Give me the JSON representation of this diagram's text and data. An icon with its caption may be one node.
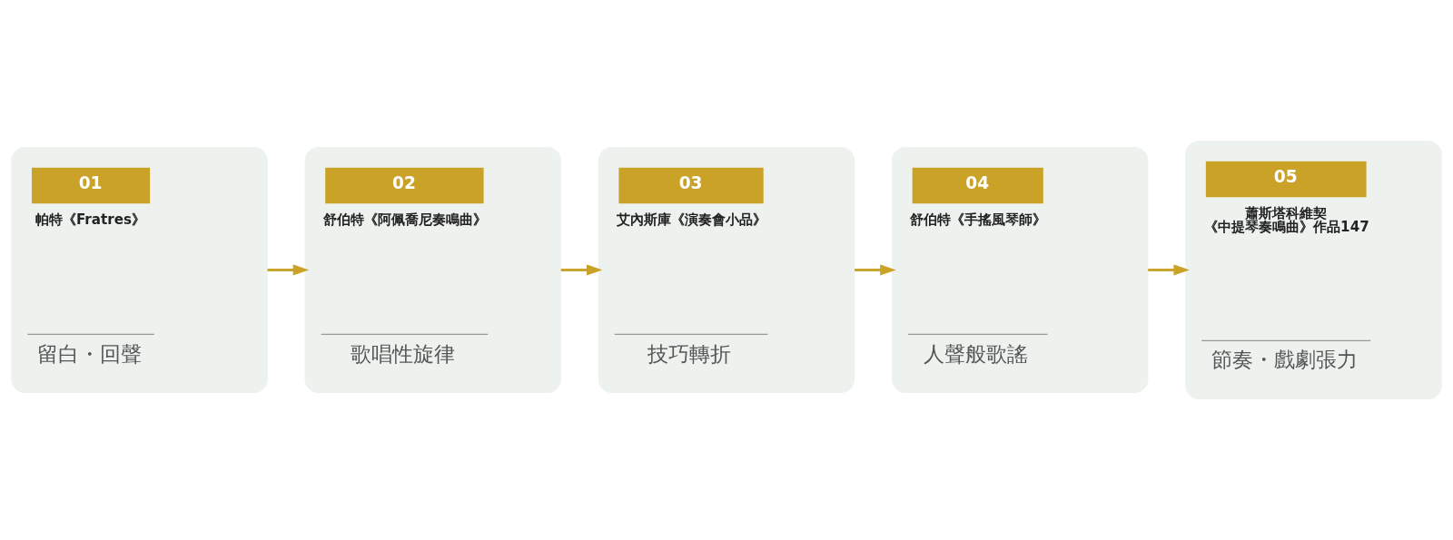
{
  "diagram": {
    "nodes": [
      {
        "text": [
          "01",
          "帕特《Fratres》",
          "留白・回聲"
        ]
      },
      {
        "text": [
          "02",
          "舒伯特《阿佩喬尼奏鳴曲》",
          "歌唱性旋律"
        ]
      },
      {
        "text": [
          "03",
          "艾內斯庫《演奏會小品》",
          "技巧轉折"
        ]
      },
      {
        "text": [
          "04",
          "舒伯特《手搖風琴師》",
          "人聲般歌謠"
        ]
      },
      {
        "text": [
          "05",
          "蕭斯塔科維契《中提琴奏鳴曲》作品147",
          "節奏・戲劇張力"
        ]
      }
    ],
    "edges": [
      {
        "from": 0,
        "to": 1,
        "arrow": "to"
      },
      {
        "from": 1,
        "to": 2,
        "arrow": "to"
      },
      {
        "from": 2,
        "to": 3,
        "arrow": "to"
      },
      {
        "from": 3,
        "to": 4,
        "arrow": "to"
      }
    ]
  }
}
